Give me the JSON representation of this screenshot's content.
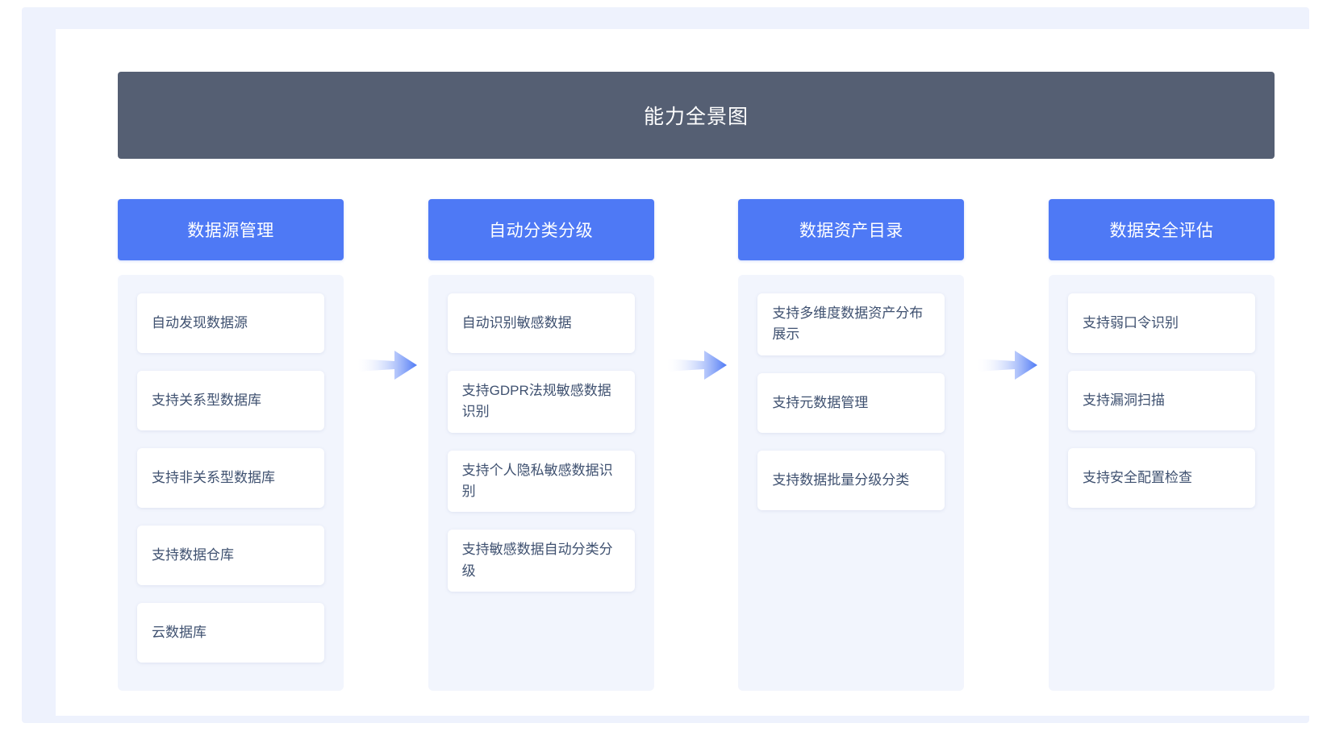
{
  "header": {
    "title": "能力全景图"
  },
  "colors": {
    "header_bar": "#555f73",
    "column_header": "#4e79f5",
    "column_body": "#f2f5fd",
    "card": "#ffffff",
    "card_text": "#3f5170",
    "frame": "#eef2fd",
    "arrow_start": "#ffffff",
    "arrow_end": "#4e79f5"
  },
  "arrows": [
    {
      "name": "arrow-1",
      "icon": "arrow-right-icon"
    },
    {
      "name": "arrow-2",
      "icon": "arrow-right-icon"
    },
    {
      "name": "arrow-3",
      "icon": "arrow-right-icon"
    }
  ],
  "columns": [
    {
      "title": "数据源管理",
      "items": [
        "自动发现数据源",
        "支持关系型数据库",
        "支持非关系型数据库",
        "支持数据仓库",
        "云数据库"
      ]
    },
    {
      "title": "自动分类分级",
      "items": [
        "自动识别敏感数据",
        "支持GDPR法规敏感数据识别",
        "支持个人隐私敏感数据识别",
        "支持敏感数据自动分类分级"
      ]
    },
    {
      "title": "数据资产目录",
      "items": [
        "支持多维度数据资产分布展示",
        "支持元数据管理",
        "支持数据批量分级分类"
      ]
    },
    {
      "title": "数据安全评估",
      "items": [
        "支持弱口令识别",
        "支持漏洞扫描",
        "支持安全配置检查"
      ]
    }
  ]
}
